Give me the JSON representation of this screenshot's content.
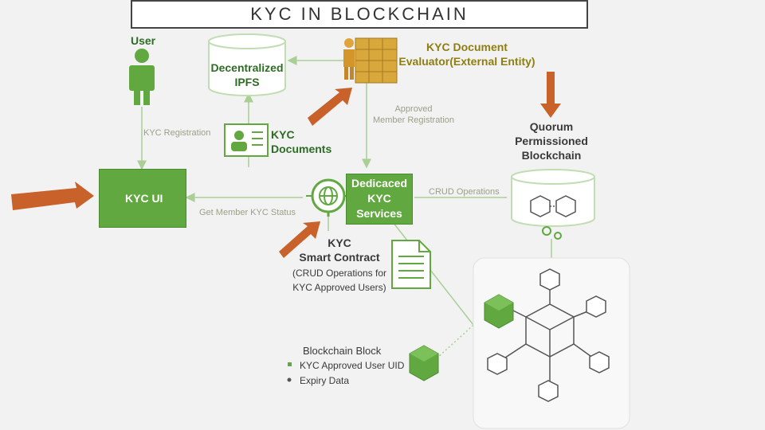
{
  "title": "KYC IN BLOCKCHAIN",
  "nodes": {
    "user": "User",
    "ipfs": [
      "Decentralized",
      "IPFS"
    ],
    "evaluator": [
      "KYC Document",
      "Evaluator(External Entity)"
    ],
    "quorum": [
      "Quorum",
      "Permissioned",
      "Blockchain"
    ],
    "kyc_documents": [
      "KYC",
      "Documents"
    ],
    "kyc_ui": "KYC UI",
    "dedicated_services": [
      "Dedicaced",
      "KYC",
      "Services"
    ],
    "smart_contract": [
      "KYC",
      "Smart Contract"
    ],
    "smart_contract_note": [
      "(CRUD Operations for",
      "KYC Approved Users)"
    ],
    "blockchain_block": "Blockchain Block",
    "block_items": [
      "KYC Approved User UID",
      "Expiry Data"
    ]
  },
  "edges": {
    "kyc_registration": "KYC Registration",
    "approved_registration": [
      "Approved",
      "Member Registration"
    ],
    "crud_operations": "CRUD Operations",
    "get_status": "Get Member KYC Status"
  },
  "colors": {
    "green": "#61a840",
    "green_dark": "#4a8a30",
    "arrow_orange": "#c8612a",
    "olive_text": "#8f7e12",
    "line_green": "#a9cf95"
  }
}
